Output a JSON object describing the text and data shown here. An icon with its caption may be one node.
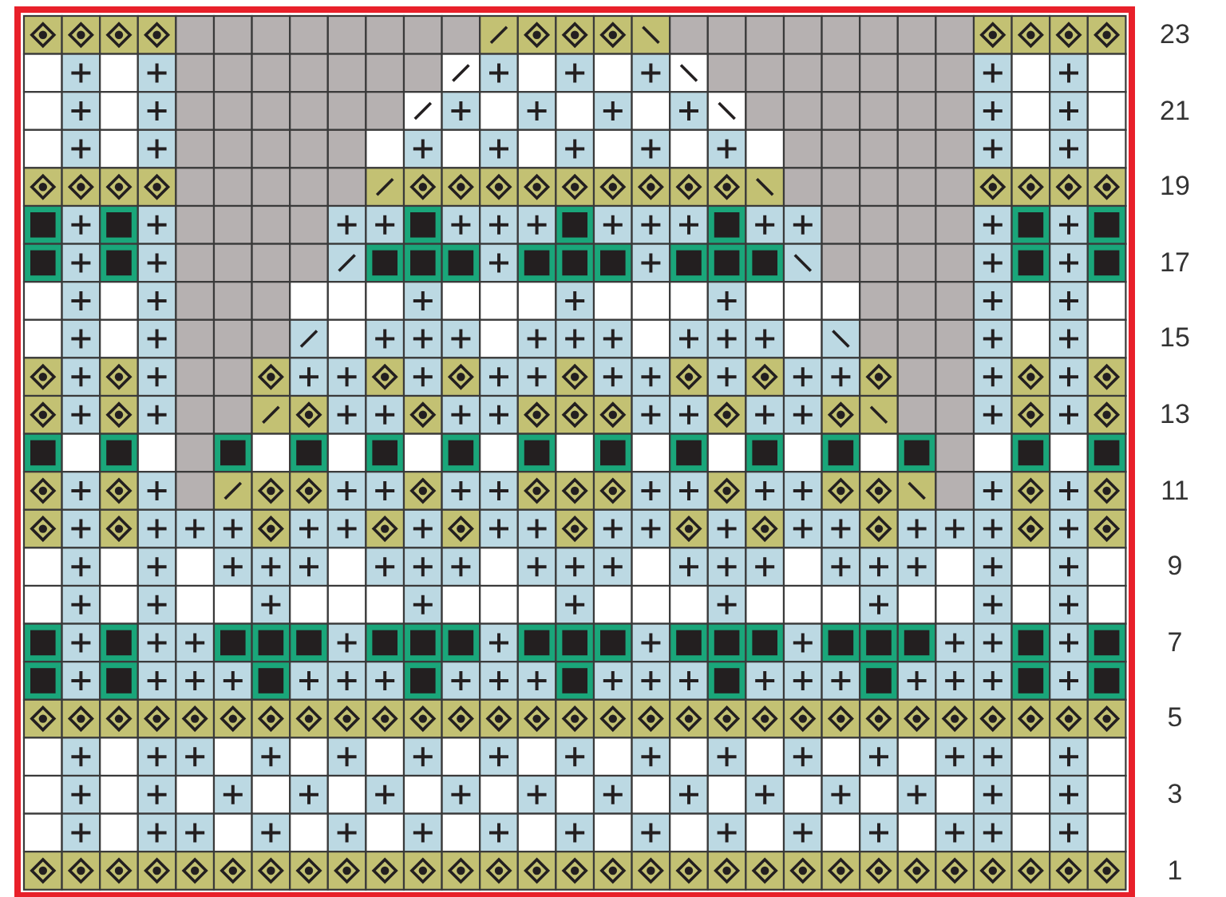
{
  "diagram": {
    "labels": [
      "23",
      "21",
      "19",
      "17",
      "15",
      "13",
      "11",
      "9",
      "7",
      "5",
      "3",
      "1"
    ]
  }
}
